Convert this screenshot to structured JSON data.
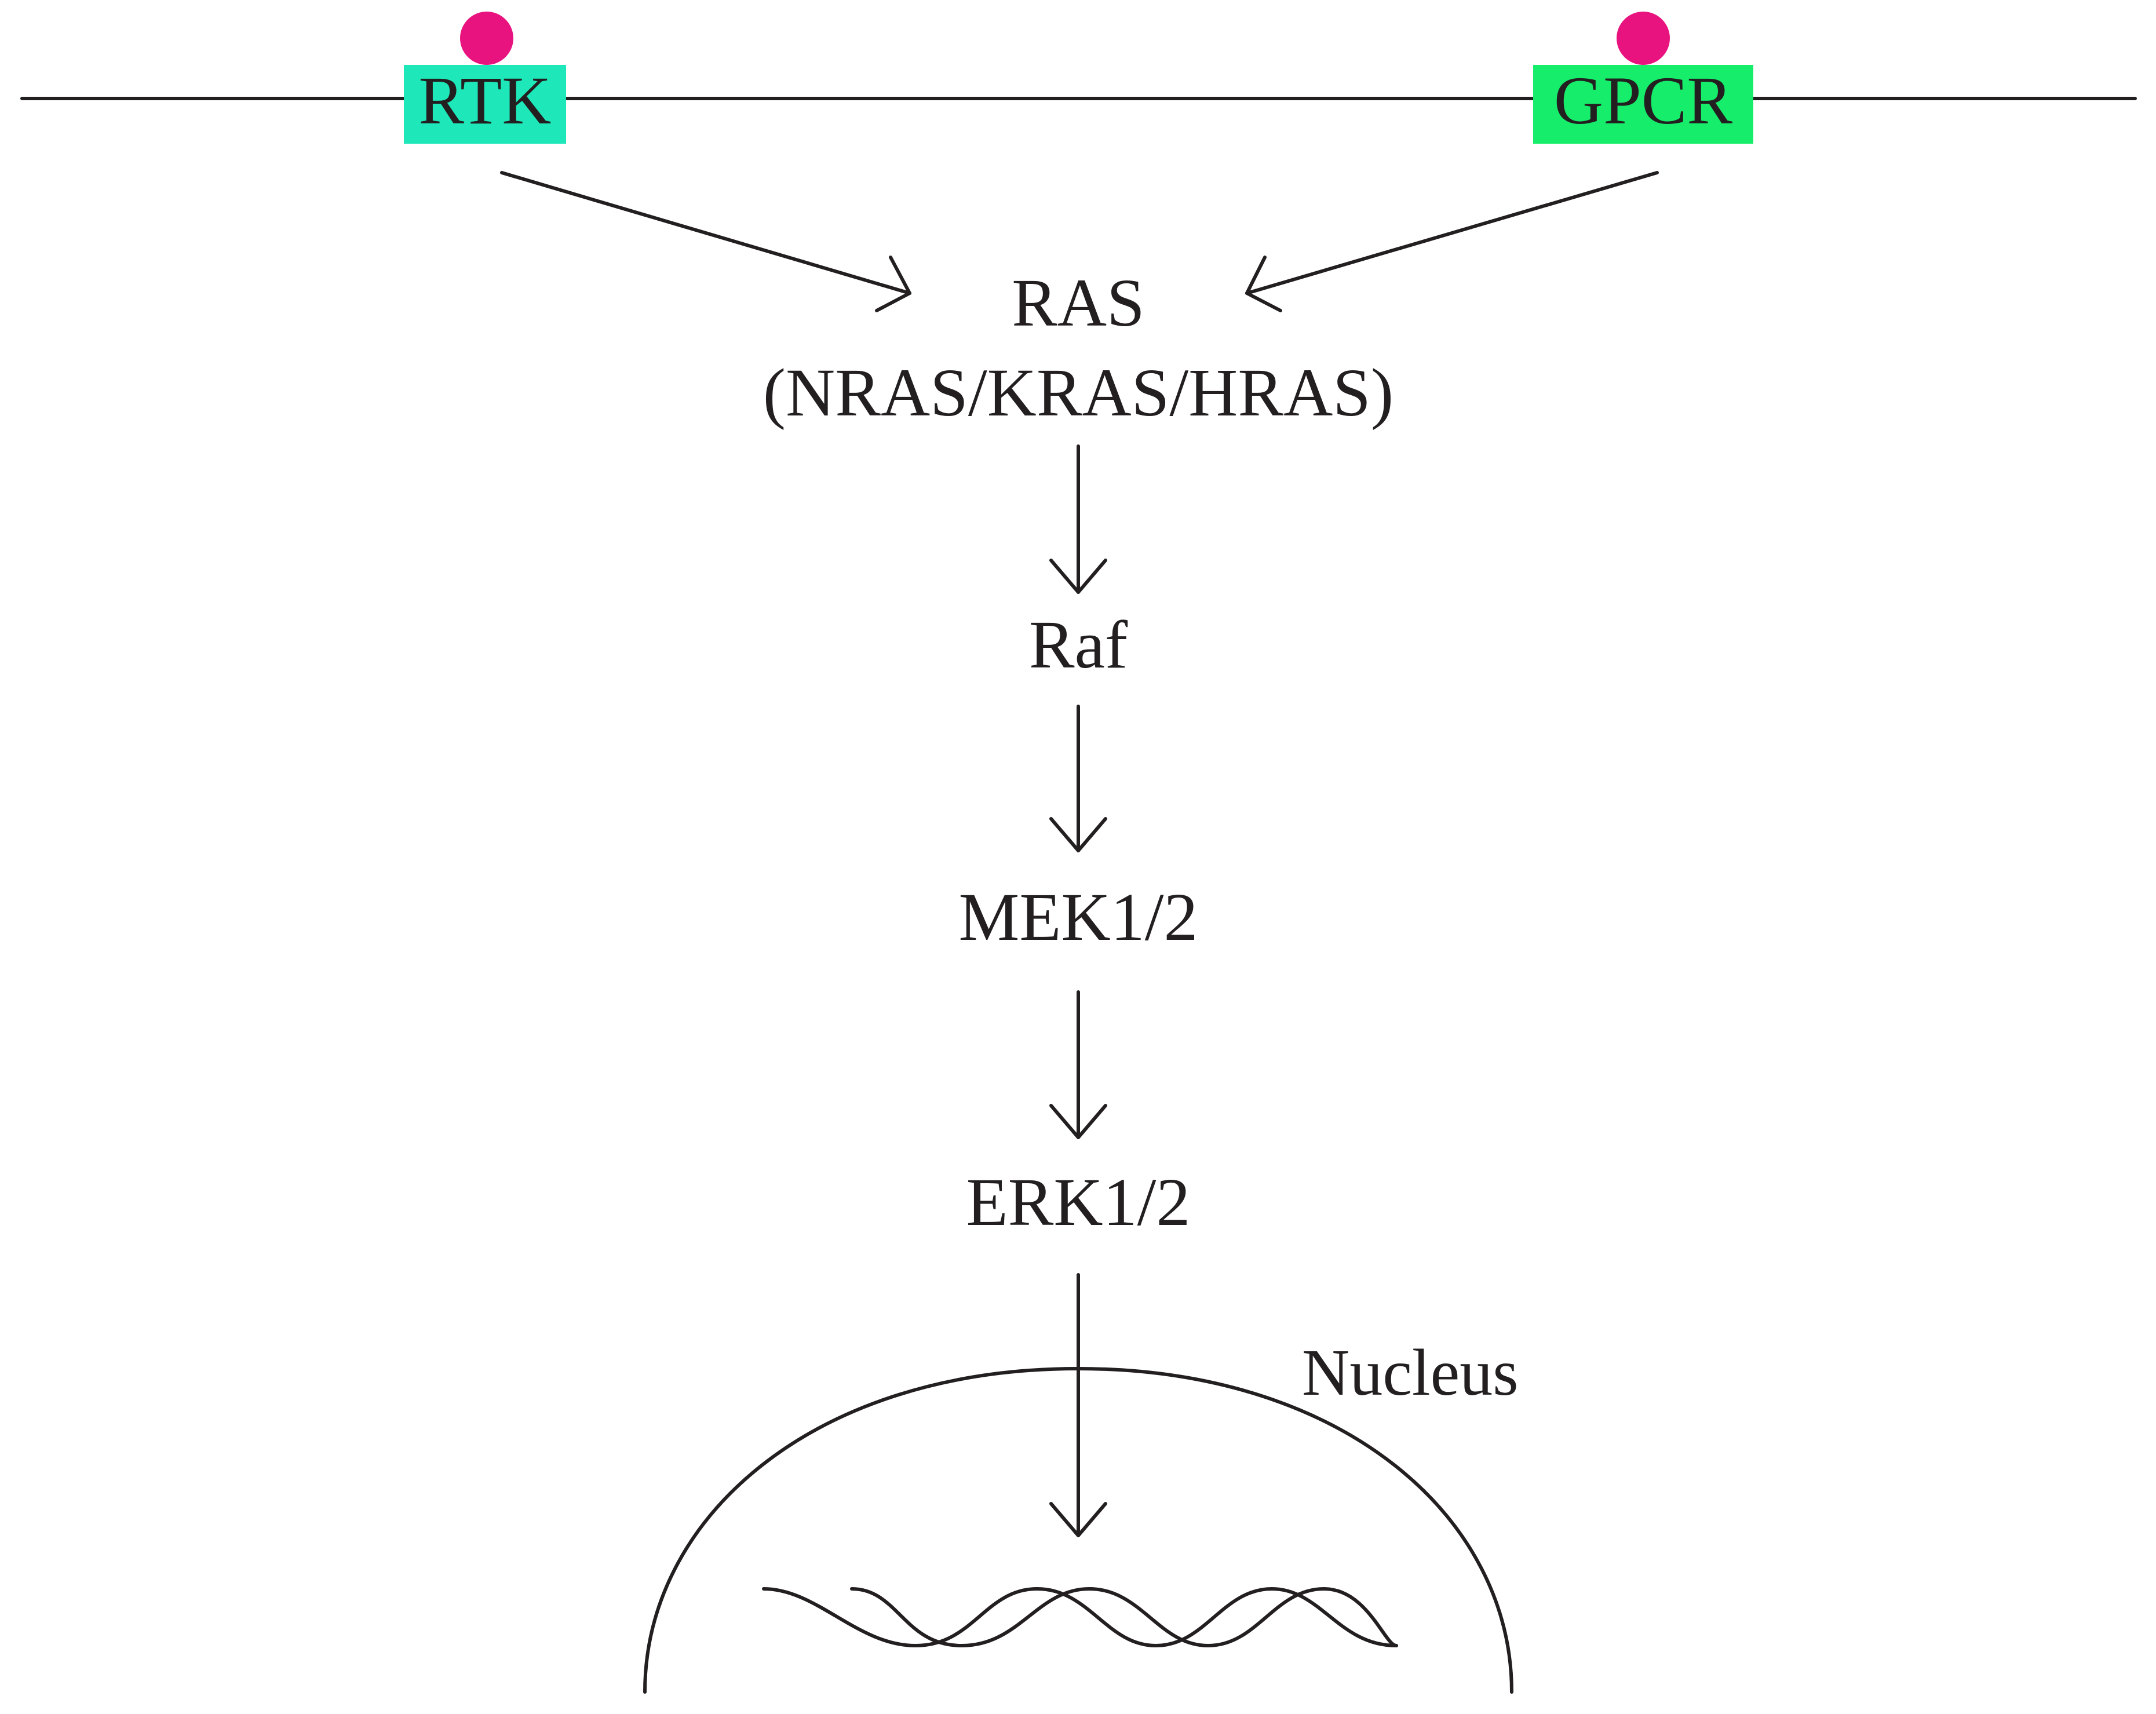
{
  "receptors": {
    "rtk": {
      "label": "RTK",
      "color": "#1ee8b9"
    },
    "gpcr": {
      "label": "GPCR",
      "color": "#16ed6b"
    },
    "ligand_color": "#e8137f"
  },
  "pathway": {
    "ras_label": "RAS",
    "ras_isoforms": "(NRAS/KRAS/HRAS)",
    "raf": "Raf",
    "mek": "MEK1/2",
    "erk": "ERK1/2"
  },
  "nucleus": {
    "label": "Nucleus"
  },
  "colors": {
    "line": "#231f20",
    "text": "#231f20",
    "background": "#ffffff"
  }
}
